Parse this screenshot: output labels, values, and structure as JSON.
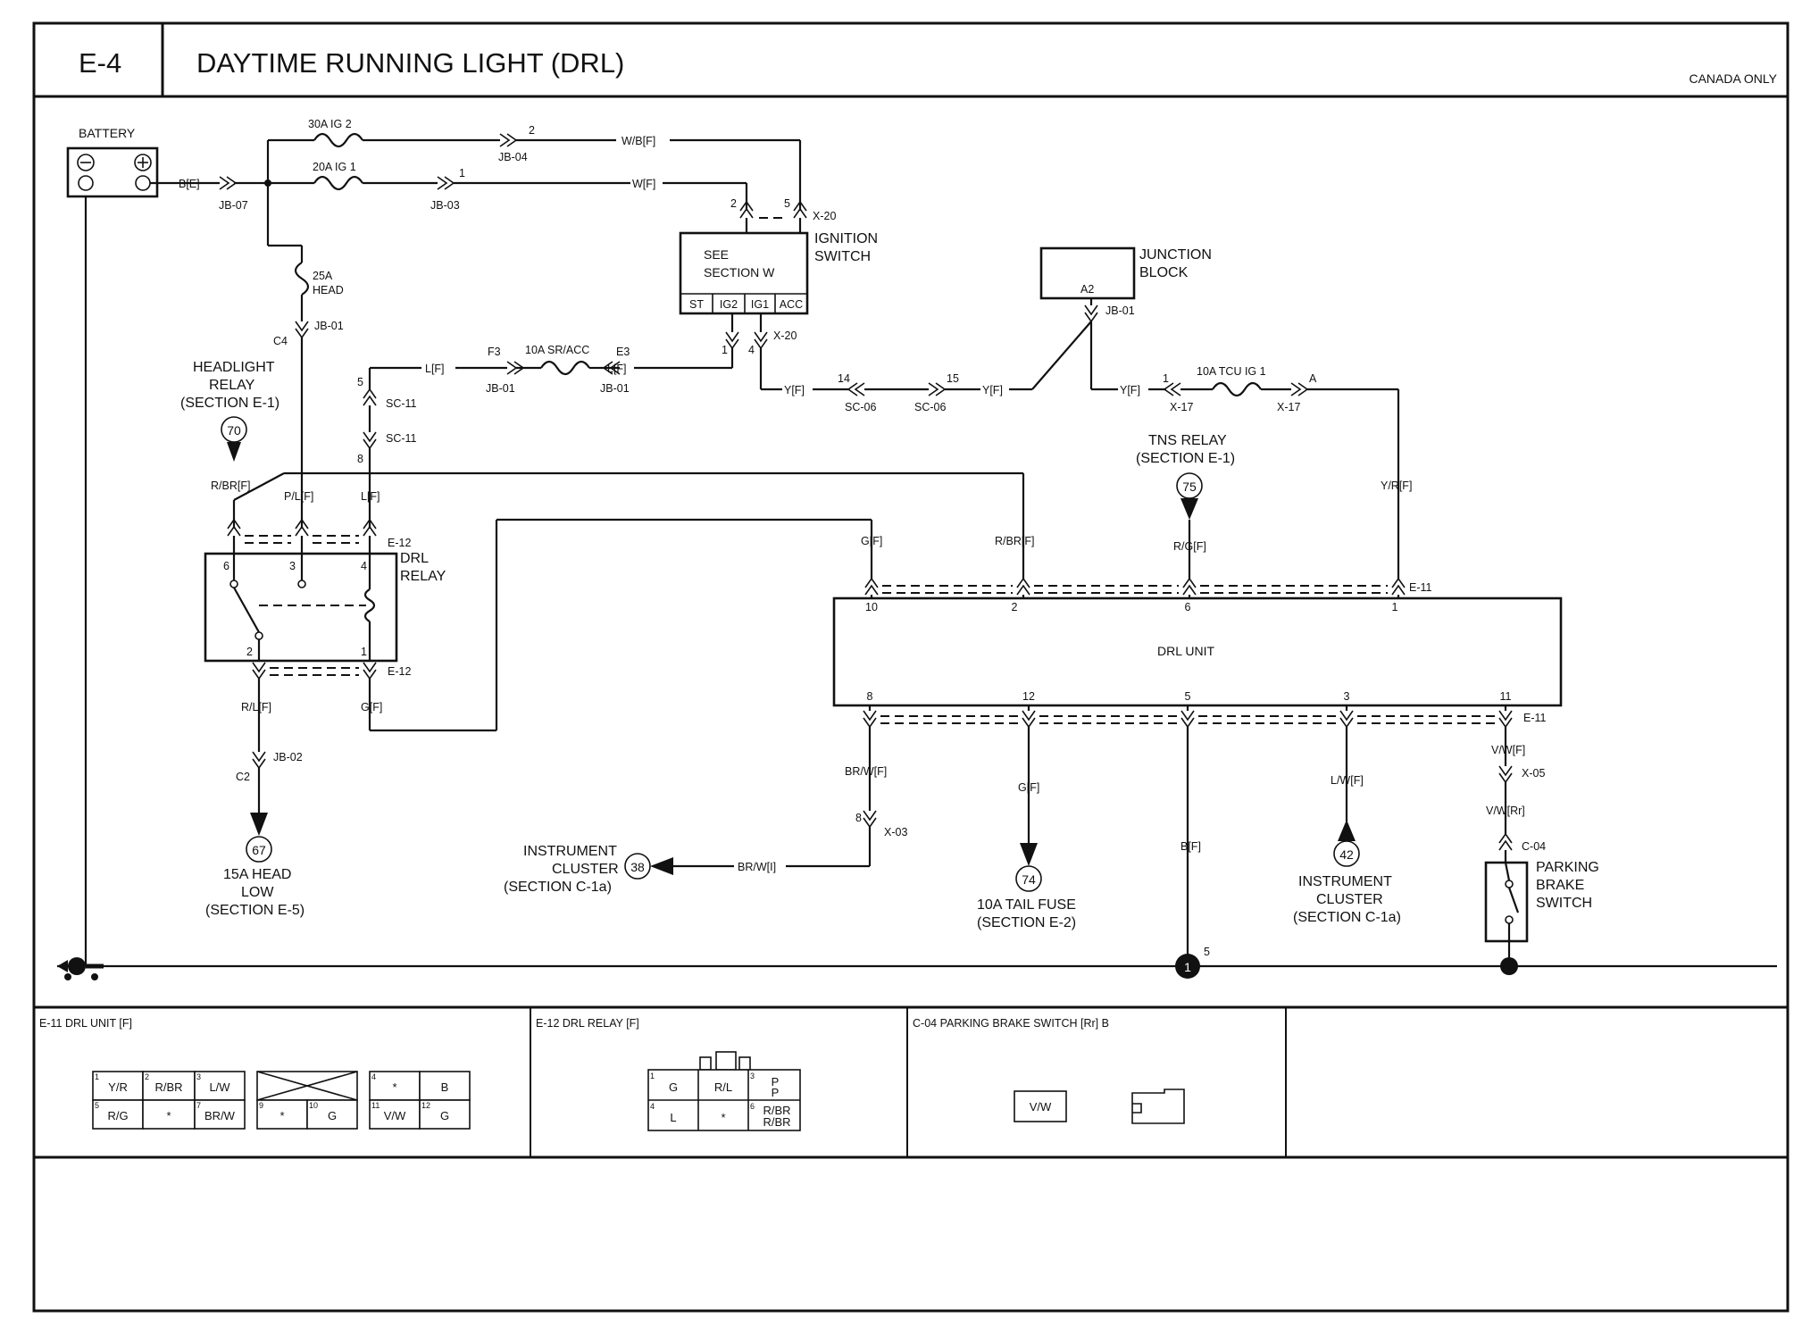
{
  "header": {
    "code": "E-4",
    "title": "DAYTIME RUNNING LIGHT (DRL)",
    "region": "CANADA ONLY"
  },
  "components": {
    "battery": "BATTERY",
    "fuse_30a": "30A IG 2",
    "fuse_20a": "20A IG 1",
    "fuse_25a": [
      "25A",
      "HEAD"
    ],
    "fuse_10a_sr": "10A SR/ACC",
    "fuse_10a_tcu": "10A TCU IG 1",
    "ignition_box": [
      "SEE",
      "SECTION W"
    ],
    "ignition_label": [
      "IGNITION",
      "SWITCH"
    ],
    "ignition_terms": [
      "ST",
      "IG2",
      "IG1",
      "ACC"
    ],
    "junction_block": [
      "JUNCTION",
      "BLOCK"
    ],
    "junction_terminal": "A2",
    "headlight_relay": [
      "HEADLIGHT",
      "RELAY",
      "(SECTION  E-1)"
    ],
    "drl_relay": [
      "DRL",
      "RELAY"
    ],
    "tns_relay": [
      "TNS RELAY",
      "(SECTION  E-1)"
    ],
    "drl_unit": "DRL UNIT",
    "parking_brake": [
      "PARKING",
      "BRAKE",
      "SWITCH"
    ],
    "instrument_cluster_left": [
      "INSTRUMENT",
      "CLUSTER",
      "(SECTION  C-1a)"
    ],
    "instrument_cluster_right": [
      "INSTRUMENT",
      "CLUSTER",
      "(SECTION C-1a)"
    ],
    "tail_fuse": [
      "10A TAIL FUSE",
      "(SECTION  E-2)"
    ],
    "head_low": [
      "15A HEAD",
      "LOW",
      "(SECTION  E-5)"
    ]
  },
  "refs": {
    "r70": "70",
    "r67": "67",
    "r38": "38",
    "r75": "75",
    "r74": "74",
    "r42": "42",
    "g1": "1",
    "g5": "5"
  },
  "connectors": {
    "jb07": "JB-07",
    "jb04": "JB-04",
    "jb03": "JB-03",
    "jb01": "JB-01",
    "jb02": "JB-02",
    "x20": "X-20",
    "x17": "X-17",
    "x05": "X-05",
    "x03": "X-03",
    "sc11": "SC-11",
    "sc06": "SC-06",
    "e12": "E-12",
    "e11": "E-11",
    "c04": "C-04",
    "c4": "C4",
    "c2": "C2",
    "f3": "F3",
    "e3": "E3",
    "a": "A"
  },
  "wires": {
    "b_e": "B[E]",
    "w_b_f": "W/B[F]",
    "w_f": "W[F]",
    "l_f": "L[F]",
    "y_f": "Y[F]",
    "r_br_f": "R/BR[F]",
    "p_l_f": "P/L[F]",
    "r_l_f": "R/L[F]",
    "g_f": "G[F]",
    "r_g_f": "R/G[F]",
    "y_r_f": "Y/R[F]",
    "br_w_f": "BR/W[F]",
    "br_w_i": "BR/W[I]",
    "b_f": "B[F]",
    "l_w_f": "L/W[F]",
    "v_w_f": "V/W[F]",
    "v_w_rr": "V/W[Rr]"
  },
  "pins": {
    "p2": "2",
    "p1": "1",
    "p5": "5",
    "p4": "4",
    "p6": "6",
    "p3": "3",
    "p8": "8",
    "p10": "10",
    "p12": "12",
    "p11": "11",
    "p14": "14",
    "p15": "15"
  },
  "panels": {
    "e11": {
      "title": "E-11 DRL UNIT [F]",
      "top_left": [
        {
          "n": "1",
          "t": "Y/R"
        },
        {
          "n": "2",
          "t": "R/BR"
        },
        {
          "n": "3",
          "t": "L/W"
        }
      ],
      "bottom_left": [
        {
          "n": "5",
          "t": "R/G"
        },
        {
          "n": "",
          "t": "*"
        },
        {
          "n": "7",
          "t": "BR/W"
        }
      ],
      "middle": [
        {
          "n": "9",
          "t": "*"
        },
        {
          "n": "10",
          "t": "G"
        }
      ],
      "top_right": [
        {
          "n": "4",
          "t": "*"
        },
        {
          "n": "",
          "t": "B"
        }
      ],
      "bottom_right": [
        {
          "n": "11",
          "t": "V/W"
        },
        {
          "n": "12",
          "t": "G"
        }
      ]
    },
    "e12": {
      "title": "E-12 DRL RELAY [F]",
      "top": [
        {
          "n": "1",
          "t": "G"
        },
        {
          "n": "",
          "t": "R/L"
        },
        {
          "n": "3",
          "t": "P"
        },
        {
          "n": "",
          "t": "P"
        }
      ],
      "bottom": [
        {
          "n": "4",
          "t": "L"
        },
        {
          "n": "",
          "t": "*"
        },
        {
          "n": "6",
          "t": "R/BR"
        },
        {
          "n": "",
          "t": "R/BR"
        }
      ]
    },
    "c04": {
      "title": "C-04 PARKING BRAKE SWITCH [Rr] B",
      "cell": "V/W"
    }
  }
}
